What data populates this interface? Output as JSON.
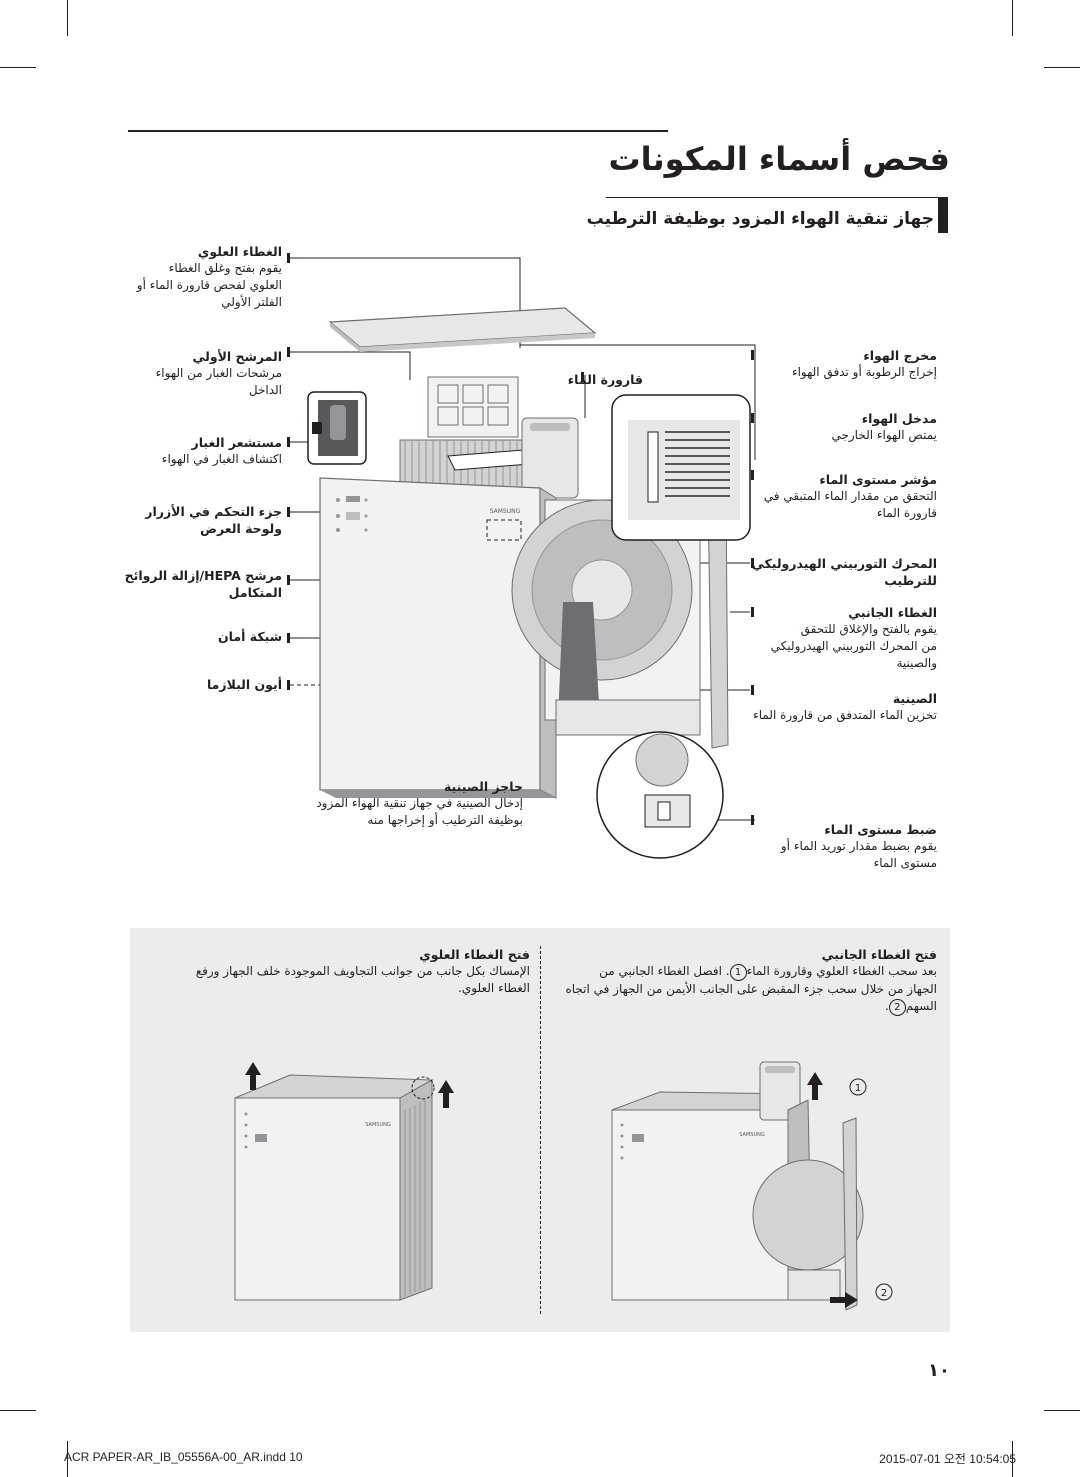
{
  "page": {
    "title": "فحص أسماء المكونات",
    "section_title": "جهاز تنقية الهواء المزود بوظيفة الترطيب",
    "page_number": "١٠"
  },
  "left_labels": [
    {
      "title": "الغطاء العلوي",
      "desc": [
        "يقوم بفتح وغلق الغطاء",
        "العلوي لفحص قارورة الماء أو",
        "الفلتر الأولي"
      ]
    },
    {
      "title": "المرشح الأولي",
      "desc": [
        "مرشحات الغبار من الهواء",
        "الداخل"
      ]
    },
    {
      "title": "مستشعر الغبار",
      "desc": [
        "اكتشاف الغبار في الهواء"
      ]
    },
    {
      "title": "جزء التحكم في الأزرار",
      "desc": [
        "ولوحة العرض"
      ]
    },
    {
      "title": "مرشح HEPA/إزالة الروائح",
      "desc": [
        "المتكامل"
      ]
    },
    {
      "title": "شبكة أمان",
      "desc": []
    },
    {
      "title": "أيون البلازما",
      "desc": []
    }
  ],
  "center_labels": [
    {
      "title": "قارورة الماء",
      "desc": []
    },
    {
      "title": "حاجز الصينية",
      "desc": [
        "إدخال الصينية في جهاز تنقية الهواء المزود",
        "بوظيفة الترطيب أو إخراجها منه"
      ]
    }
  ],
  "right_labels": [
    {
      "title": "مخرج الهواء",
      "desc": [
        "إخراج الرطوبة أو تدفق الهواء"
      ]
    },
    {
      "title": "مدخل الهواء",
      "desc": [
        "يمتص الهواء الخارجي"
      ]
    },
    {
      "title": "مؤشر مستوى الماء",
      "desc": [
        "التحقق من مقدار الماء المتبقي في",
        "قارورة الماء"
      ]
    },
    {
      "title": "المحرك التوربيني الهيدروليكي",
      "desc": [
        "للترطيب"
      ]
    },
    {
      "title": "الغطاء الجانبي",
      "desc": [
        "يقوم بالفتح والإغلاق للتحقق",
        "من المحرك التوربيني الهيدروليكي",
        "والصينية"
      ]
    },
    {
      "title": "الصينية",
      "desc": [
        "تخزين الماء المتدفق من قارورة الماء"
      ]
    },
    {
      "title": "ضبط مستوى الماء",
      "desc": [
        "يقوم بضبط مقدار توريد الماء أو",
        "مستوى الماء"
      ]
    }
  ],
  "brand": "SAMSUNG",
  "panel": {
    "left": {
      "title": "فتح الغطاء العلوي",
      "desc": [
        "الإمساك بكل جانب من جوانب التجاويف الموجودة خلف الجهاز ورفع",
        "الغطاء العلوي."
      ]
    },
    "right": {
      "title": "فتح الغطاء الجانبي",
      "desc_1": "بعد سحب الغطاء العلوي وقارورة الماء",
      "desc_2": ". افصل الغطاء الجانبي من",
      "desc_3": "الجهاز من خلال سحب جزء المقبض على الجانب الأيمن من الجهاز في اتجاه",
      "desc_4": "السهم",
      "desc_5": ".",
      "step_1": "1",
      "step_2": "2"
    }
  },
  "footer": {
    "left": "ACR PAPER-AR_IB_05556A-00_AR.indd   10",
    "right": "2015-07-01   오전 10:54:05"
  },
  "colors": {
    "text": "#231f20",
    "panel_bg": "#ececec",
    "device": "#d9dcdf",
    "white": "#ffffff"
  }
}
